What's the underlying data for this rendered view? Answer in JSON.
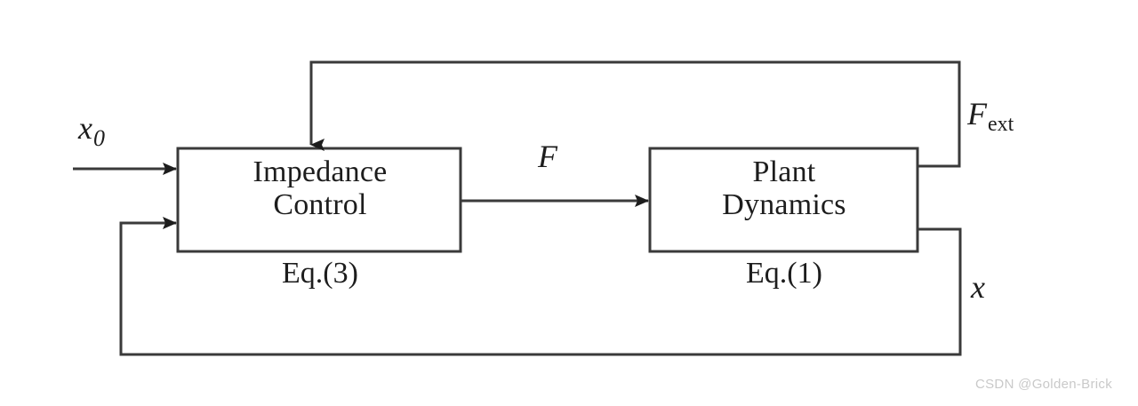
{
  "diagram": {
    "type": "control-block-diagram",
    "title": "Impedance control loop block diagram",
    "background_color": "#ffffff",
    "line_color": "#3a3a3a",
    "text_color": "#1d1d1d",
    "blocks": [
      {
        "id": "impedance-control",
        "title_line1": "Impedance",
        "title_line2": "Control",
        "caption": "Eq.(3)"
      },
      {
        "id": "plant-dynamics",
        "title_line1": "Plant",
        "title_line2": "Dynamics",
        "caption": "Eq.(1)"
      }
    ],
    "signals": {
      "reference": {
        "base": "x",
        "sub": "0"
      },
      "control_force": {
        "base": "F"
      },
      "external_force": {
        "base": "F",
        "sub": "ext"
      },
      "position": {
        "base": "x"
      }
    }
  },
  "watermark": {
    "text": "CSDN @Golden-Brick",
    "color": "#c9c9c9"
  }
}
